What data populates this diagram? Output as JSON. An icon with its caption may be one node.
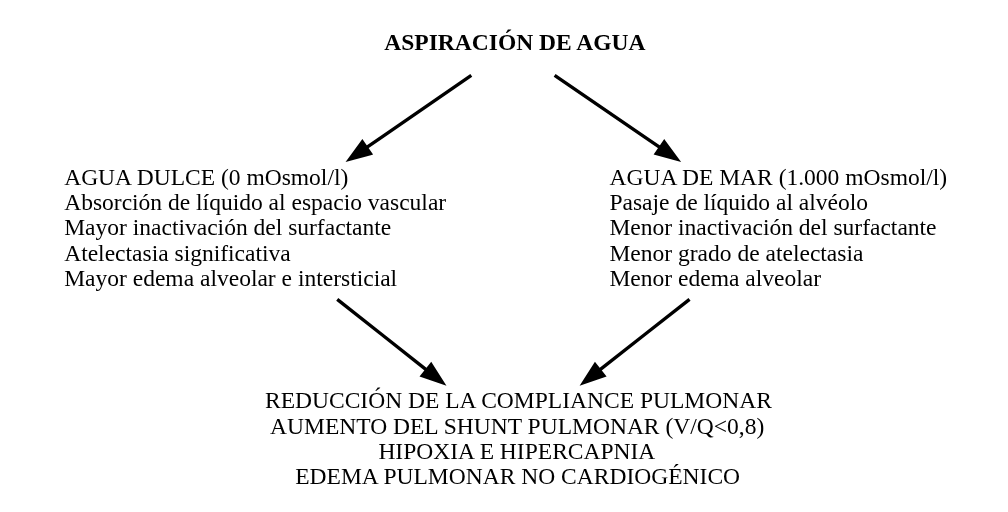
{
  "diagram": {
    "nodes": [
      {
        "text": [
          "ASPIRACIÓN DE AGUA"
        ]
      },
      {
        "text": [
          "AGUA DULCE (0 mOsmol/l)",
          "Absorción de líquido al espacio vascular",
          "Mayor inactivación del surfactante",
          "Atelectasia significativa",
          "Mayor edema alveolar e intersticial"
        ]
      },
      {
        "text": [
          "AGUA DE MAR (1.000 mOsmol/l)",
          "Pasaje de líquido al alvéolo",
          "Menor inactivación del surfactante",
          "Menor grado de atelectasia",
          "Menor edema alveolar"
        ]
      },
      {
        "text": [
          "REDUCCIÓN DE LA COMPLIANCE PULMONAR",
          "AUMENTO DEL SHUNT PULMONAR (V/Q<0,8)",
          "HIPOXIA E HIPERCAPNIA",
          "EDEMA PULMONAR NO CARDIOGÉNICO"
        ]
      }
    ],
    "edges": [
      {
        "from": 0,
        "to": 1,
        "arrow": "to"
      },
      {
        "from": 0,
        "to": 2,
        "arrow": "to"
      },
      {
        "from": 1,
        "to": 3,
        "arrow": "to"
      },
      {
        "from": 2,
        "to": 3,
        "arrow": "to"
      }
    ]
  }
}
